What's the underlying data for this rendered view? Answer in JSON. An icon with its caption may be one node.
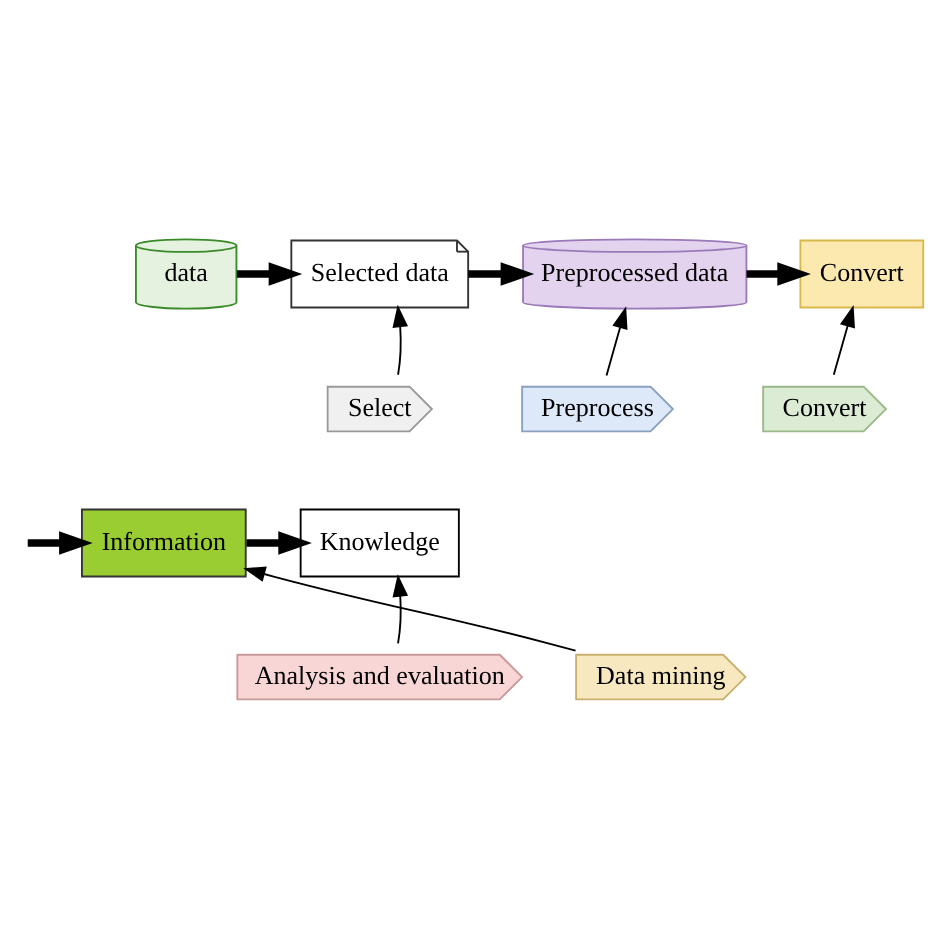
{
  "diagram": {
    "nodes": [
      {
        "text": [
          "data"
        ]
      },
      {
        "text": [
          "Selected data"
        ]
      },
      {
        "text": [
          "Preprocessed data"
        ]
      },
      {
        "text": [
          "Convert"
        ]
      },
      {
        "text": [
          "Knowledge"
        ]
      },
      {
        "text": [
          "Information"
        ]
      },
      {
        "text": [
          "Select"
        ]
      },
      {
        "text": [
          "Preprocess"
        ]
      },
      {
        "text": [
          "Convert"
        ]
      },
      {
        "text": [
          "Analysis and evaluation"
        ]
      },
      {
        "text": [
          "Data mining"
        ]
      }
    ],
    "edges": [
      {
        "from": 0,
        "to": 1,
        "arrow": "to",
        "style": "thick"
      },
      {
        "from": 1,
        "to": 2,
        "arrow": "to",
        "style": "thick"
      },
      {
        "from": 2,
        "to": 3,
        "arrow": "to",
        "style": "thick"
      },
      {
        "from": null,
        "to": 5,
        "arrow": "to",
        "style": "thick"
      },
      {
        "from": 5,
        "to": 4,
        "arrow": "to",
        "style": "thick"
      },
      {
        "from": 6,
        "to": 1,
        "arrow": "to"
      },
      {
        "from": 7,
        "to": 2,
        "arrow": "to"
      },
      {
        "from": 8,
        "to": 3,
        "arrow": "to"
      },
      {
        "from": 10,
        "to": 5,
        "arrow": "to"
      },
      {
        "from": 9,
        "to": 4,
        "arrow": "to"
      }
    ]
  }
}
